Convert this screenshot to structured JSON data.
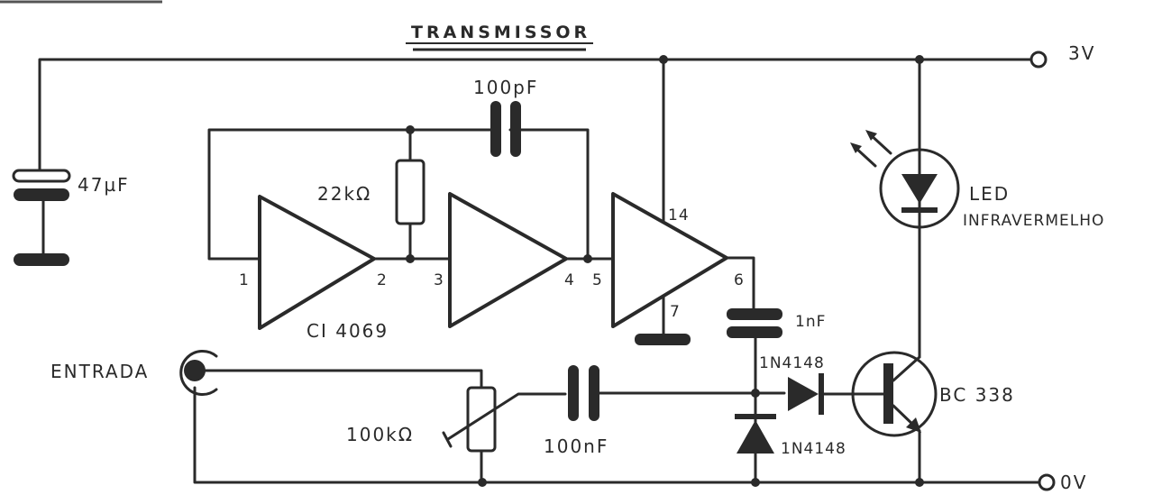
{
  "title": "TRANSMISSOR",
  "rails": {
    "positive_label": "3V",
    "ground_label": "0V"
  },
  "components": {
    "c_supply": {
      "type": "electrolytic-capacitor",
      "label": "47µF"
    },
    "c_feedback": {
      "type": "capacitor",
      "label": "100pF"
    },
    "r_feedback": {
      "type": "resistor",
      "label": "22kΩ"
    },
    "ic": {
      "type": "inverter-ic",
      "label": "CI 4069"
    },
    "gate_pins": {
      "g1_in": "1",
      "g1_out": "2",
      "g2_in": "3",
      "g2_out": "4",
      "g3_in": "5",
      "g3_out": "6",
      "vdd": "14",
      "vss": "7"
    },
    "c_out": {
      "type": "capacitor",
      "label": "1nF"
    },
    "input_jack": {
      "type": "jack",
      "label": "ENTRADA"
    },
    "pot": {
      "type": "potentiometer",
      "label": "100kΩ"
    },
    "c_in": {
      "type": "capacitor",
      "label": "100nF"
    },
    "d_series": {
      "type": "diode",
      "label": "1N4148"
    },
    "d_shunt": {
      "type": "diode",
      "label": "1N4148"
    },
    "transistor": {
      "type": "npn-transistor",
      "label": "BC 338"
    },
    "led": {
      "type": "led",
      "label_line1": "LED",
      "label_line2": "INFRAVERMELHO"
    }
  }
}
